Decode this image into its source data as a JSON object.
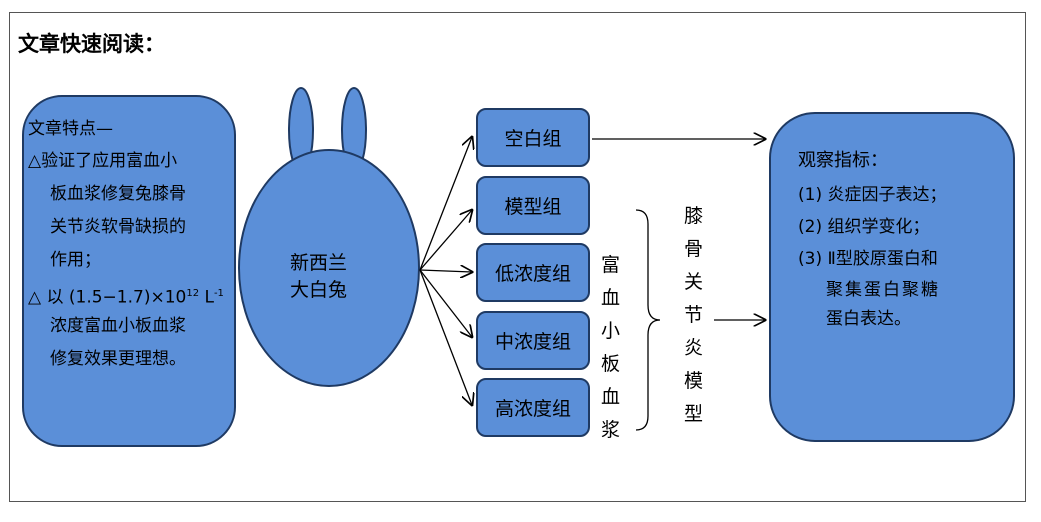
{
  "title": "文章快速阅读：",
  "left_box": {
    "heading": "文章特点—",
    "point1_lines": [
      "△验证了应用富血小",
      "板血浆修复兔膝骨",
      "关节炎软骨缺损的",
      "作用；"
    ],
    "point2_prefix": "△ 以 (1.5−1.7)×10",
    "point2_exp": "12",
    "point2_unit": " L",
    "point2_unit_exp": "-1",
    "point2_lines": [
      "浓度富血小板血浆",
      "修复效果更理想。"
    ]
  },
  "subject": [
    "新西兰",
    "大白兔"
  ],
  "groups": [
    "空白组",
    "模型组",
    "低浓度组",
    "中浓度组",
    "高浓度组"
  ],
  "prp_label": [
    "富",
    "血",
    "小",
    "板",
    "血",
    "浆"
  ],
  "model_label": [
    "膝",
    "骨",
    "关",
    "节",
    "炎",
    "模",
    "型"
  ],
  "right_box": {
    "heading": "观察指标：",
    "items": [
      "(1) 炎症因子表达；",
      "(2) 组织学变化；",
      "(3) Ⅱ型胶原蛋白和"
    ],
    "item3_cont": [
      "聚集蛋白聚糖",
      "蛋白表达。"
    ]
  },
  "colors": {
    "box_fill": "#5b8fd8",
    "box_border": "#1f3a63"
  }
}
